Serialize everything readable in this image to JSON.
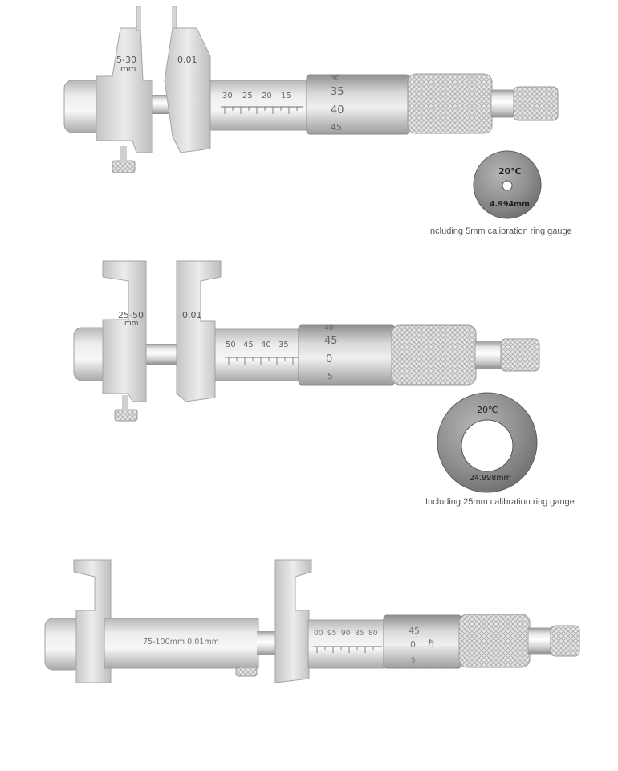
{
  "products": [
    {
      "range_label": "5-30",
      "range_unit": "mm",
      "resolution_label": "0.01",
      "sleeve_scale": [
        "30",
        "25",
        "20",
        "15"
      ],
      "thimble_scale": [
        "30",
        "35",
        "40",
        "45"
      ],
      "gauge": {
        "temp": "20℃",
        "size": "4.994mm"
      },
      "caption": "Including 5mm calibration ring gauge"
    },
    {
      "range_label": "25-50",
      "range_unit": "mm",
      "resolution_label": "0.01",
      "sleeve_scale": [
        "50",
        "45",
        "40",
        "35"
      ],
      "thimble_scale": [
        "40",
        "45",
        "0",
        "5"
      ],
      "gauge": {
        "temp": "20℃",
        "size": "24.998mm"
      },
      "caption": "Including 25mm calibration ring gauge"
    },
    {
      "barrel_label": "75-100mm  0.01mm",
      "sleeve_scale": [
        "00",
        "95",
        "90",
        "85",
        "80"
      ],
      "thimble_scale": [
        "45",
        "0",
        "5"
      ]
    }
  ],
  "colors": {
    "steel_light": "#f2f2f2",
    "steel_mid": "#c9c9c9",
    "steel_dark": "#8a8a8a",
    "text_gray": "#555555"
  }
}
